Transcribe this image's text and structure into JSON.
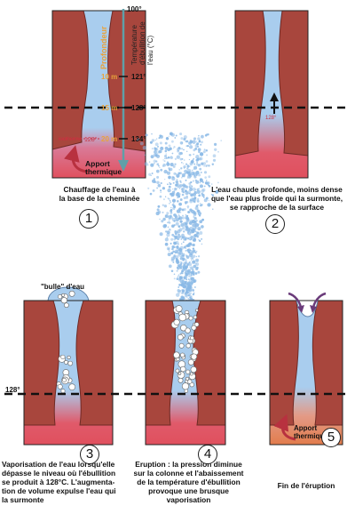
{
  "panel1": {
    "top_temp": "100°",
    "depth_label": "Profondeur",
    "axis_title": "Température d'ébullition de l'eau (°C)",
    "depths": [
      {
        "depth": "10 m",
        "temp": "121°"
      },
      {
        "depth": "15 m",
        "temp": "128°"
      },
      {
        "depth": "20 m",
        "temp": "134°"
      }
    ],
    "isotherm_label": "isotherme",
    "isotherm_temp": "128°",
    "heat_label": "Apport\nthermique",
    "caption": "Chauffage de l'eau à\nla base de la cheminée",
    "number": "1"
  },
  "panel2": {
    "temp_marker": "128°",
    "caption": "L'eau chaude profonde, moins dense\nque l'eau plus froide qui la surmonte,\nse rapproche de la surface",
    "number": "2"
  },
  "panel3": {
    "bubble_label": "\"bulle\" d'eau",
    "level_temp": "128°",
    "caption": "Vaporisation de l'eau lorsqu'elle\ndépasse le niveau où l'ébullition\nse produit à 128°C. L'augmenta-\ntion de volume expulse l'eau qui\nla surmonte",
    "number": "3"
  },
  "panel4": {
    "caption": "Eruption : la pression diminue\nsur la colonne et l'abaissement\nde la température d'ébullition\nprovoque une brusque\nvaporisation",
    "number": "4"
  },
  "panel5": {
    "heat_label": "Apport\nthermique",
    "caption": "Fin de l'éruption",
    "number": "5"
  },
  "colors": {
    "rock": "#a8463d",
    "rock_edge": "#6e2a25",
    "water": "#a9cdee",
    "water_deep": "#e0505e",
    "spray": "#8ab9e6",
    "heat_arrow": "#b8313f",
    "axis_arrow": "#5f9fa8",
    "depth_text": "#e8a23b"
  }
}
